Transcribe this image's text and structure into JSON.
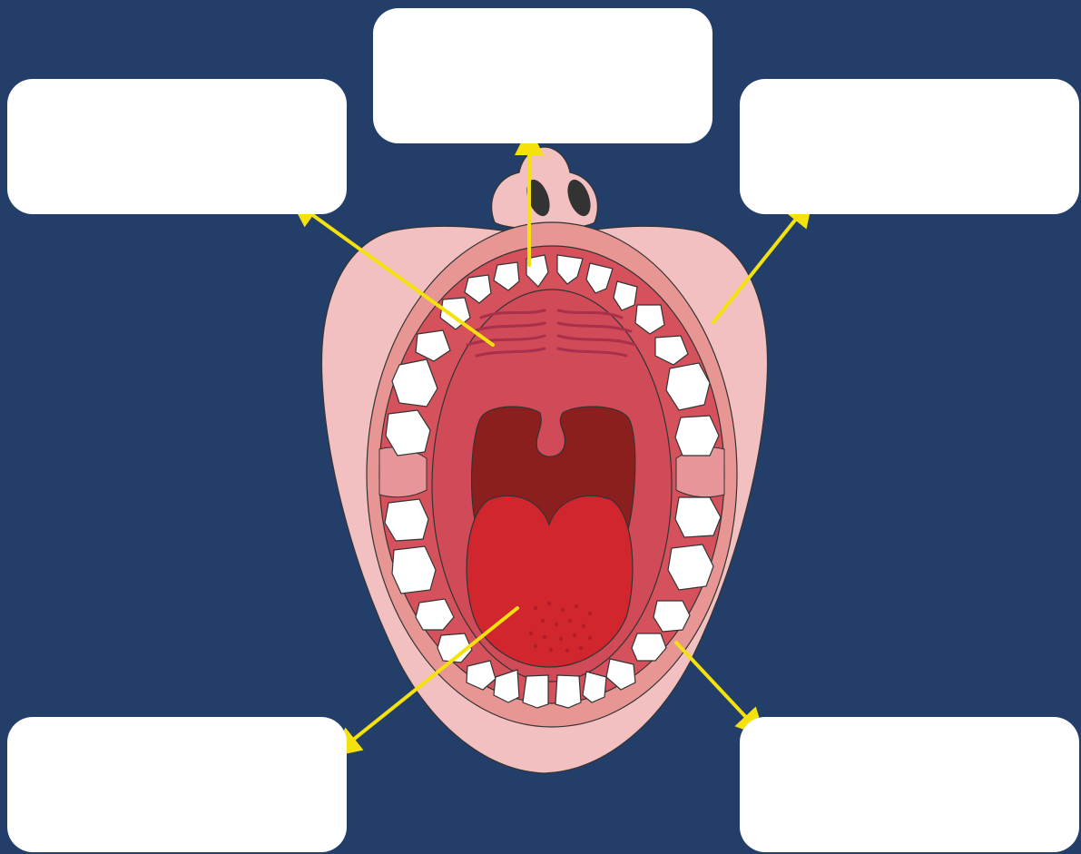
{
  "colors": {
    "background": "#233f69",
    "arrow": "#f5e10c",
    "skin": "#f2c0c0",
    "lip": "#e79694",
    "gum": "#d5525c",
    "palate": "#d04a58",
    "throat": "#8b1f1e",
    "tongue": "#d1262d",
    "tooth": "#ffffff",
    "nostril": "#333333"
  },
  "labels": {
    "top": "",
    "upper_left": "",
    "upper_right": "",
    "lower_left": "",
    "lower_right": ""
  },
  "arrows": [
    {
      "name": "nose-arrow",
      "target": "top"
    },
    {
      "name": "palate-arrow",
      "target": "upper_left"
    },
    {
      "name": "lip-arrow",
      "target": "upper_right"
    },
    {
      "name": "tongue-arrow",
      "target": "lower_left"
    },
    {
      "name": "teeth-arrow",
      "target": "lower_right"
    }
  ]
}
